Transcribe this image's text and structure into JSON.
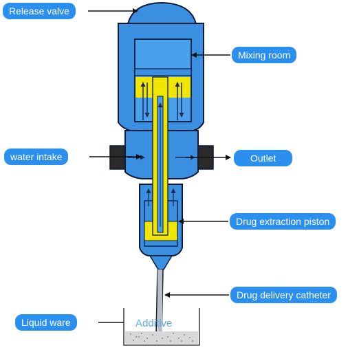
{
  "labels": {
    "release_valve": "Release valve",
    "mixing_room": "Mixing room",
    "water_intake": "water intake",
    "outlet": "Outlet",
    "drug_extraction_piston": "Drug extraction piston",
    "drug_delivery_catheter": "Drug delivery catheter",
    "liquid_ware": "Liquid ware",
    "additive": "Additive"
  },
  "colors": {
    "label_bg": "#2b8ff0",
    "body_blue": "#3a8fe0",
    "inner_yellow": "#f0e600",
    "outline": "#0b1a3a"
  }
}
